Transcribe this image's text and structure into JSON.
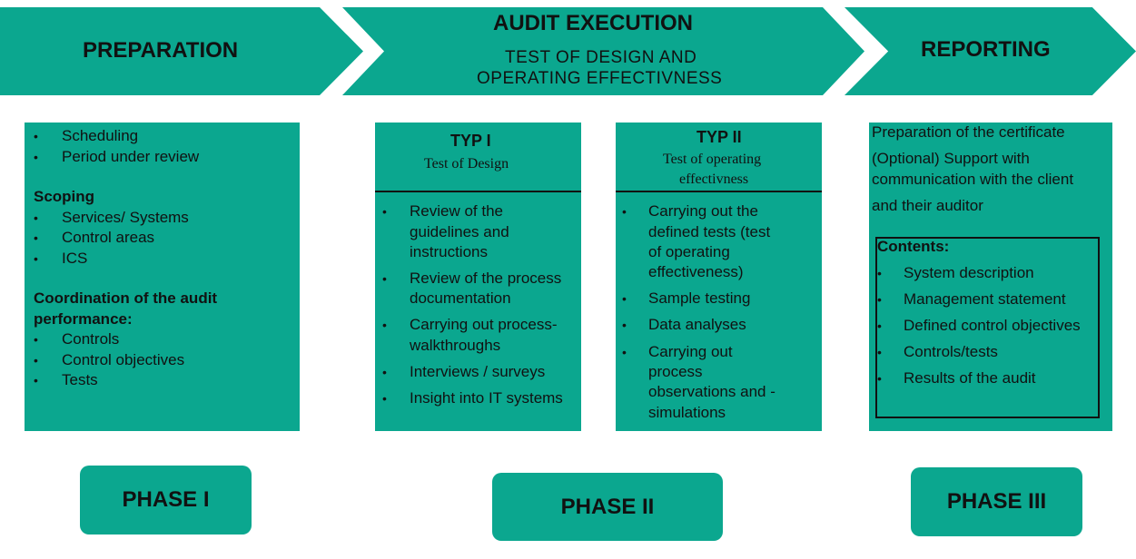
{
  "header": {
    "preparation": "PREPARATION",
    "audit_execution": "AUDIT EXECUTION",
    "audit_sub_line1": "TEST OF DESIGN AND",
    "audit_sub_line2": "OPERATING  EFFECTIVNESS",
    "reporting": "REPORTING"
  },
  "bullet_char": "•",
  "preparation_box": {
    "items_top": [
      "Scheduling",
      "Period under review"
    ],
    "scoping_heading": "Scoping",
    "scoping_items": [
      "Services/ Systems",
      "Control areas",
      "ICS"
    ],
    "coordination_heading_line1": "Coordination of the audit",
    "coordination_heading_line2": "performance:",
    "coordination_items": [
      "Controls",
      "Control objectives",
      "Tests"
    ]
  },
  "typ1_box": {
    "title": "TYP I",
    "subtitle": "Test of Design",
    "items": [
      [
        "Review of the",
        "guidelines and",
        "instructions"
      ],
      [
        "Review of the process",
        "documentation"
      ],
      [
        "Carrying out process-",
        "walkthroughs"
      ],
      [
        "Interviews / surveys"
      ],
      [
        "Insight into IT systems"
      ]
    ]
  },
  "typ2_box": {
    "title": "TYP II",
    "subtitle_line1": "Test of operating",
    "subtitle_line2": "effectivness",
    "items": [
      [
        "Carrying out the",
        "defined tests (test",
        "of operating",
        "effectiveness)"
      ],
      [
        "Sample testing"
      ],
      [
        "Data analyses"
      ],
      [
        "Carrying out",
        "process",
        "observations and -",
        "simulations"
      ]
    ]
  },
  "reporting_box": {
    "line1": "Preparation of the certificate",
    "line2": "(Optional) Support with",
    "line3": "communication with the client",
    "line4": "and their auditor",
    "contents_heading": "Contents:",
    "contents_items": [
      "System description",
      "Management statement",
      "Defined control objectives",
      "Controls/tests",
      "Results of the audit"
    ]
  },
  "phases": {
    "phase1": "PHASE I",
    "phase2": "PHASE II",
    "phase3": "PHASE III"
  },
  "colors": {
    "teal": "#0ba78f",
    "text": "#111111"
  }
}
